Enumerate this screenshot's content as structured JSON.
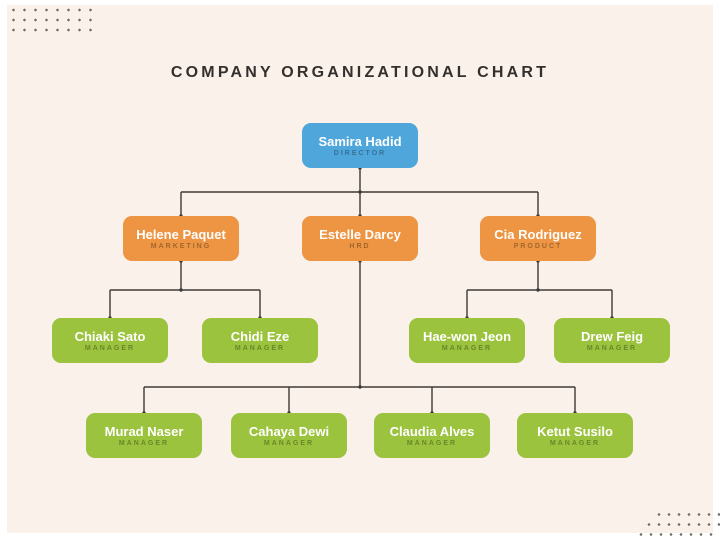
{
  "page": {
    "title": "COMPANY ORGANIZATIONAL CHART"
  },
  "colors": {
    "background": "#FAF1EB",
    "frame": "#FFFFFF",
    "director_box": "#4EA6DB",
    "department_head_box": "#ED9542",
    "manager_box": "#9BC33D",
    "connector_line": "#3E3A36",
    "title_text": "#332F2D",
    "node_name_text": "#FFFFFF"
  },
  "nodes": {
    "director": {
      "name": "Samira Hadid",
      "role": "DIRECTOR",
      "reports_to": null
    },
    "marketing": {
      "name": "Helene Paquet",
      "role": "MARKETING",
      "reports_to": "Samira Hadid"
    },
    "hrd": {
      "name": "Estelle Darcy",
      "role": "HRD",
      "reports_to": "Samira Hadid"
    },
    "product": {
      "name": "Cia Rodriguez",
      "role": "PRODUCT",
      "reports_to": "Samira Hadid"
    },
    "manager1": {
      "name": "Chiaki Sato",
      "role": "MANAGER",
      "reports_to": "Helene Paquet"
    },
    "manager2": {
      "name": "Chidi Eze",
      "role": "MANAGER",
      "reports_to": "Helene Paquet"
    },
    "manager3": {
      "name": "Hae-won Jeon",
      "role": "MANAGER",
      "reports_to": "Cia Rodriguez"
    },
    "manager4": {
      "name": "Drew Feig",
      "role": "MANAGER",
      "reports_to": "Cia Rodriguez"
    },
    "manager5": {
      "name": "Murad Naser",
      "role": "MANAGER",
      "reports_to": "Estelle Darcy"
    },
    "manager6": {
      "name": "Cahaya Dewi",
      "role": "MANAGER",
      "reports_to": "Estelle Darcy"
    },
    "manager7": {
      "name": "Claudia Alves",
      "role": "MANAGER",
      "reports_to": "Estelle Darcy"
    },
    "manager8": {
      "name": "Ketut Susilo",
      "role": "MANAGER",
      "reports_to": "Estelle Darcy"
    }
  }
}
